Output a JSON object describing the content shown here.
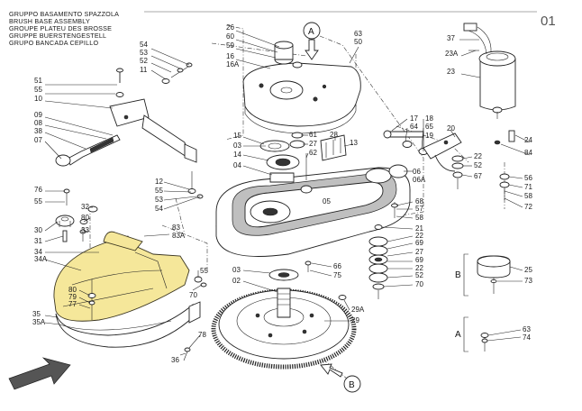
{
  "title_lines": [
    "GRUPPO BASAMENTO SPAZZOLA",
    "BRUSH BASE ASSEMBLY",
    "GROUPE PLATEU DES BROSSE",
    "GRUPPE BUERSTENGESTELL",
    "GRUPO BANCADA CEPILLO"
  ],
  "page_number": "01",
  "callout_letters": {
    "a_top": "A",
    "b_bottom": "B",
    "b_side": "B",
    "a_side": "A"
  },
  "colors": {
    "highlight": "#f5e79a",
    "line": "#222222"
  },
  "labels": {
    "p26": "26",
    "p60": "60",
    "p59": "59",
    "p16": "16",
    "p16A": "16A",
    "p63a": "63",
    "p50": "50",
    "p37": "37",
    "p23A": "23A",
    "p23": "23",
    "p54": "54",
    "p53": "53",
    "p52a": "52",
    "p11": "11",
    "p51": "51",
    "p55a": "55",
    "p10": "10",
    "p09": "09",
    "p08": "08",
    "p38": "38",
    "p07": "07",
    "p17": "17",
    "p64": "64",
    "p18": "18",
    "p65": "65",
    "p19": "19",
    "p20": "20",
    "p15": "15",
    "p03a": "03",
    "p14": "14",
    "p04": "04",
    "p61": "61",
    "p27": "27",
    "p62": "62",
    "p28": "28",
    "p13": "13",
    "p24": "24",
    "p84": "84",
    "p22a": "22",
    "p52b": "52",
    "p67": "67",
    "p06": "06",
    "p06A": "06A",
    "p56": "56",
    "p71": "71",
    "p58a": "58",
    "p72": "72",
    "p12": "12",
    "p55b": "55",
    "p53b": "53",
    "p54b": "54",
    "p76": "76",
    "p55c": "55",
    "p32": "32",
    "p80": "80",
    "p33": "33",
    "p30": "30",
    "p31": "31",
    "p34": "34",
    "p34A": "34A",
    "p83": "83",
    "p83A": "83A",
    "p05": "05",
    "p68": "68",
    "p57": "57",
    "p58b": "58",
    "p21": "21",
    "p22b": "22",
    "p69a": "69",
    "p27b": "27",
    "p69b": "69",
    "p22c": "22",
    "p52c": "52",
    "p70a": "70",
    "p55d": "55",
    "p70b": "70",
    "p80b": "80",
    "p79": "79",
    "p77": "77",
    "p66": "66",
    "p75": "75",
    "p03b": "03",
    "p02": "02",
    "p25": "25",
    "p73": "73",
    "p35": "35",
    "p35A": "35A",
    "p29A": "29A",
    "p29": "29",
    "p63b": "63",
    "p74": "74",
    "p78": "78",
    "p36": "36"
  }
}
